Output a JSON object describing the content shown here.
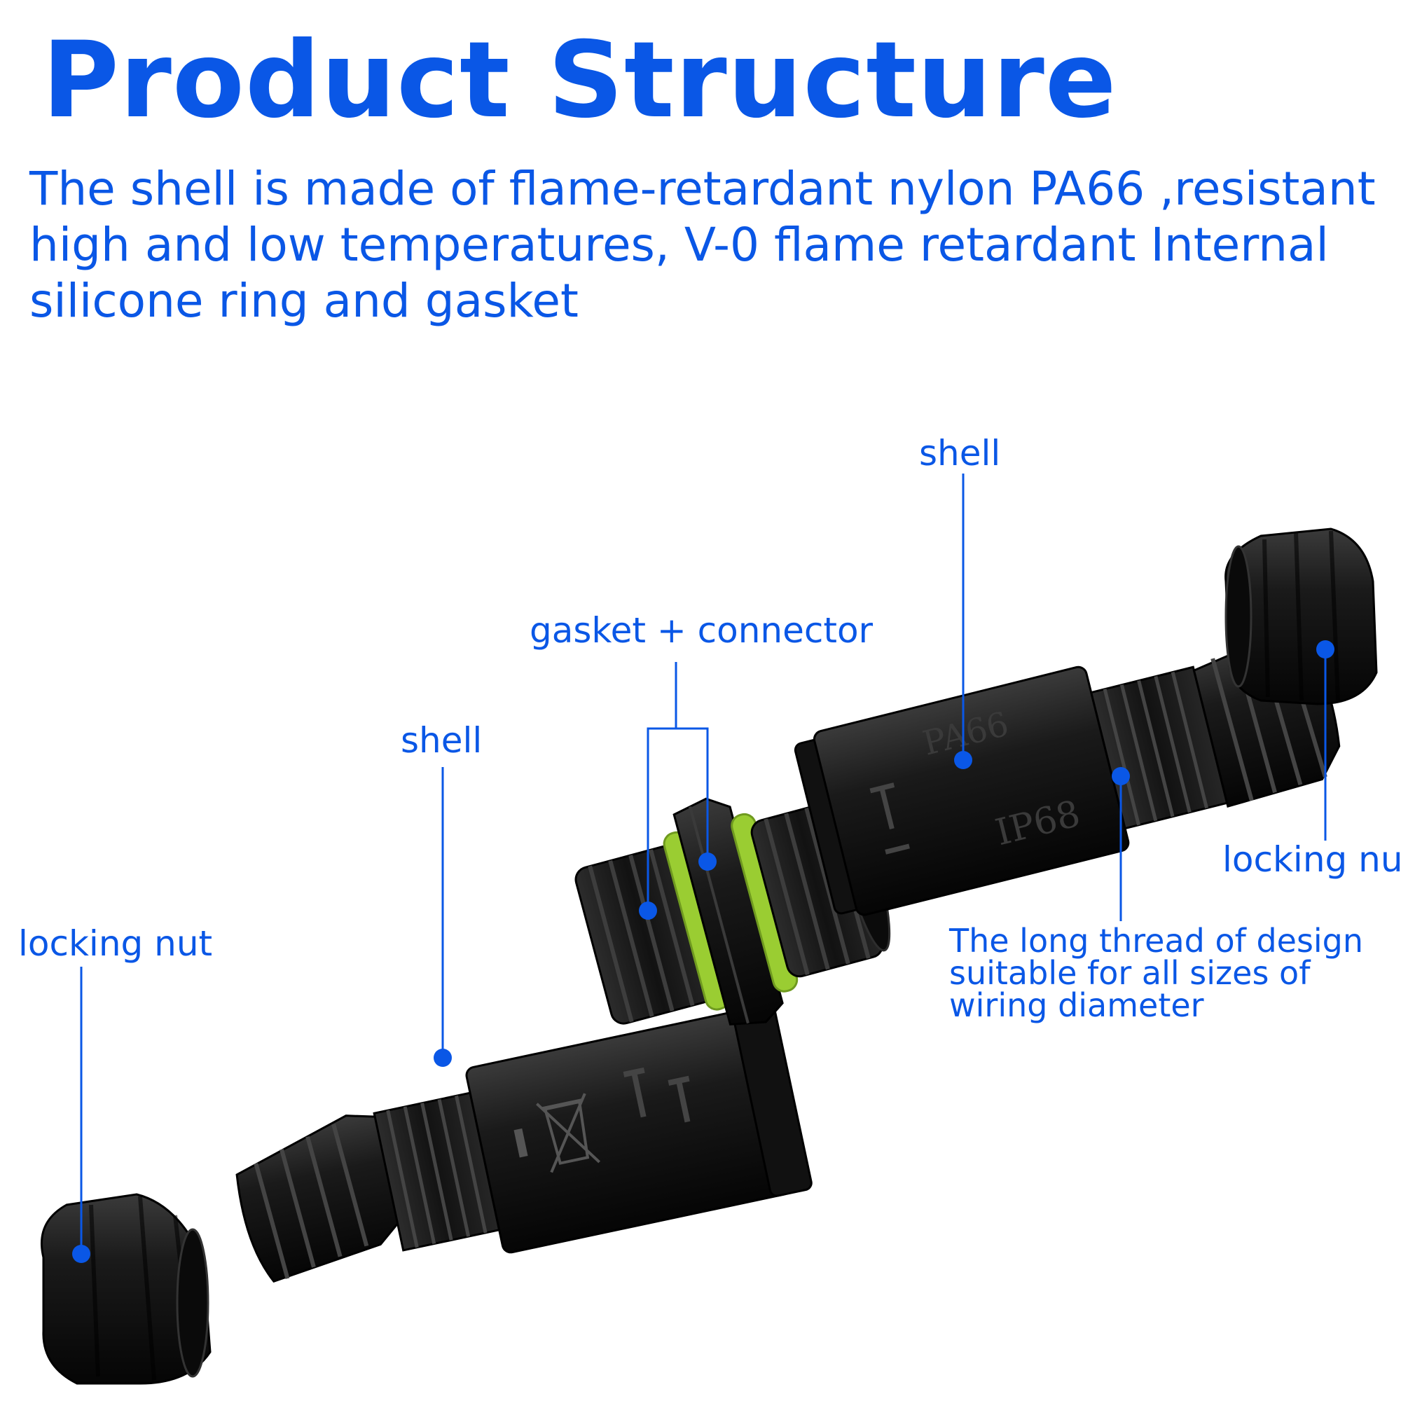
{
  "header": {
    "title": "Product Structure",
    "description": "The shell is made of flame-retardant nylon PA66 ,resistant high and low temperatures, V-0 flame retardant Internal silicone ring and gasket"
  },
  "labels": {
    "locking_nut_left": "locking nut",
    "shell_left": "shell",
    "gasket_connector": "gasket + connector",
    "shell_right": "shell",
    "locking_nut_right": "locking nut",
    "long_thread": "The long thread of design suitable for all sizes of wiring diameter"
  },
  "markings": {
    "pa66": "PA66",
    "ip68": "IP68"
  },
  "colors": {
    "accent_blue": "#0A57E6",
    "part_black": "#151515",
    "gasket_green": "#9ACD32",
    "background": "#FFFFFF"
  }
}
